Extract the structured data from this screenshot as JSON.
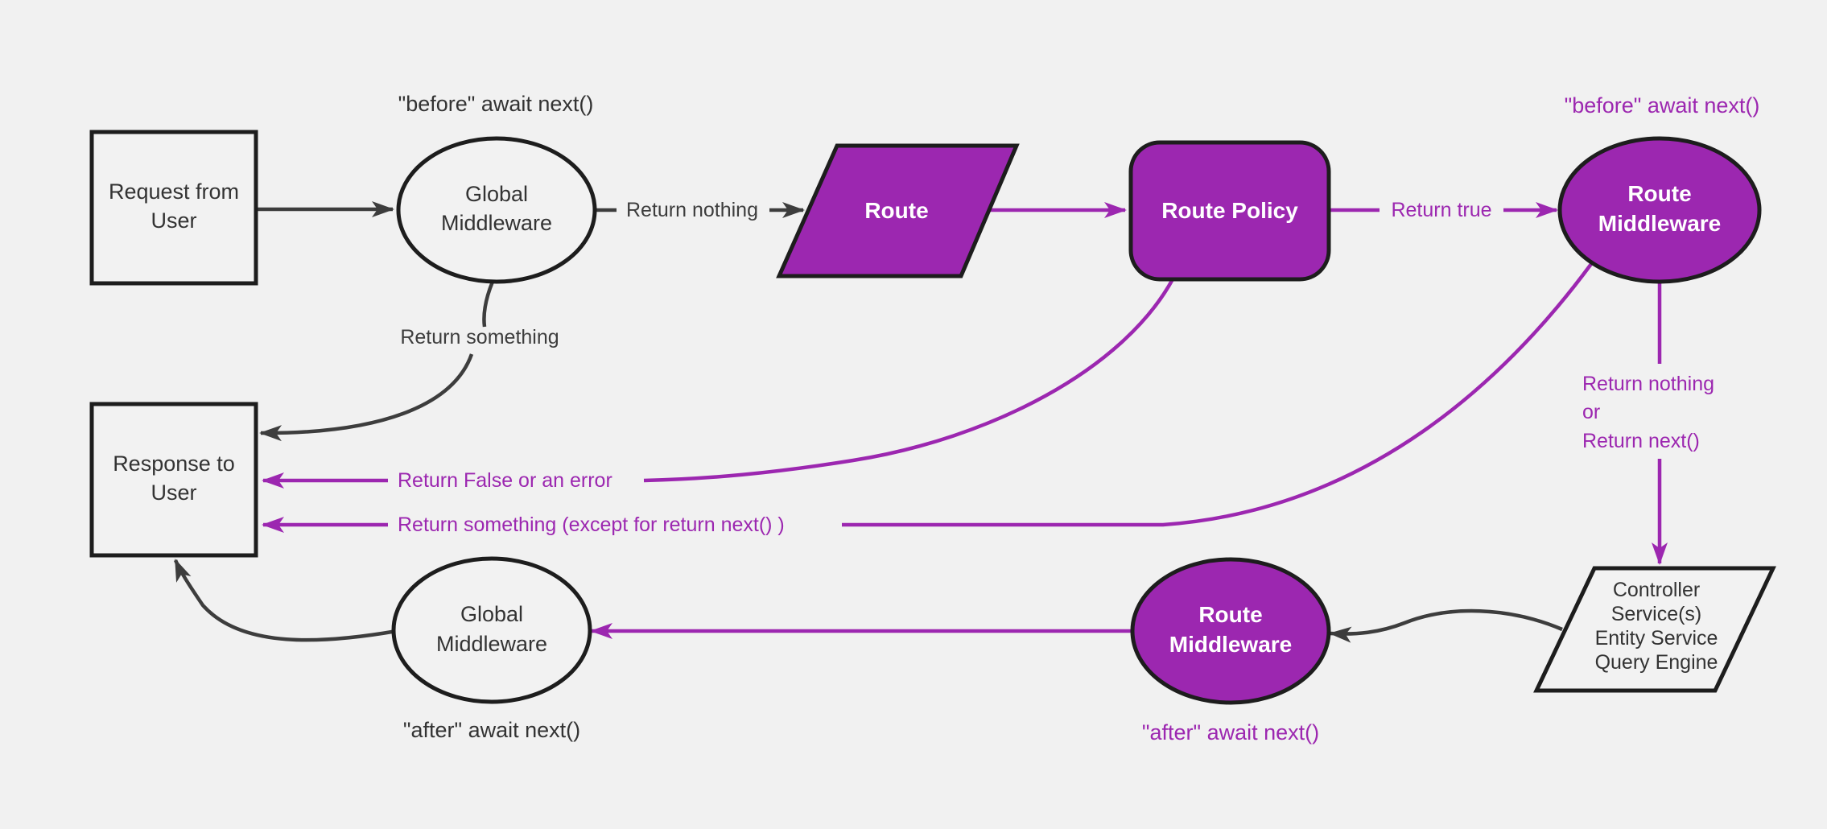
{
  "diagram": {
    "description": "Middleware request/response flow diagram",
    "colors": {
      "background": "#f1f1f1",
      "purple": "#9c27b0",
      "node_stroke": "#1d1d1d",
      "dark_edge": "#3d3d3d",
      "dark_text": "#333333",
      "white_text": "#ffffff"
    }
  },
  "nodes": {
    "request": {
      "lines": [
        "Request from",
        "User"
      ]
    },
    "global_mw_top": {
      "lines": [
        "Global",
        "Middleware"
      ]
    },
    "route": {
      "label": "Route"
    },
    "route_policy": {
      "label": "Route Policy"
    },
    "route_mw_top": {
      "lines": [
        "Route",
        "Middleware"
      ]
    },
    "controller": {
      "lines": [
        "Controller",
        "Service(s)",
        "Entity Service",
        "Query Engine"
      ]
    },
    "route_mw_bottom": {
      "lines": [
        "Route",
        "Middleware"
      ]
    },
    "global_mw_bottom": {
      "lines": [
        "Global",
        "Middleware"
      ]
    },
    "response": {
      "lines": [
        "Response to",
        "User"
      ]
    }
  },
  "labels": {
    "before_await_black": "\"before\" await next()",
    "before_await_purple": "\"before\" await next()",
    "after_await_purple": "\"after\" await next()",
    "after_await_black": "\"after\" await next()",
    "return_nothing": "Return nothing",
    "return_true": "Return true",
    "return_something": "Return something",
    "return_false": "Return False or an error",
    "return_something_except": "Return something (except for return next() )",
    "return_nothing_or": [
      "Return nothing",
      "or",
      "Return next()"
    ]
  }
}
